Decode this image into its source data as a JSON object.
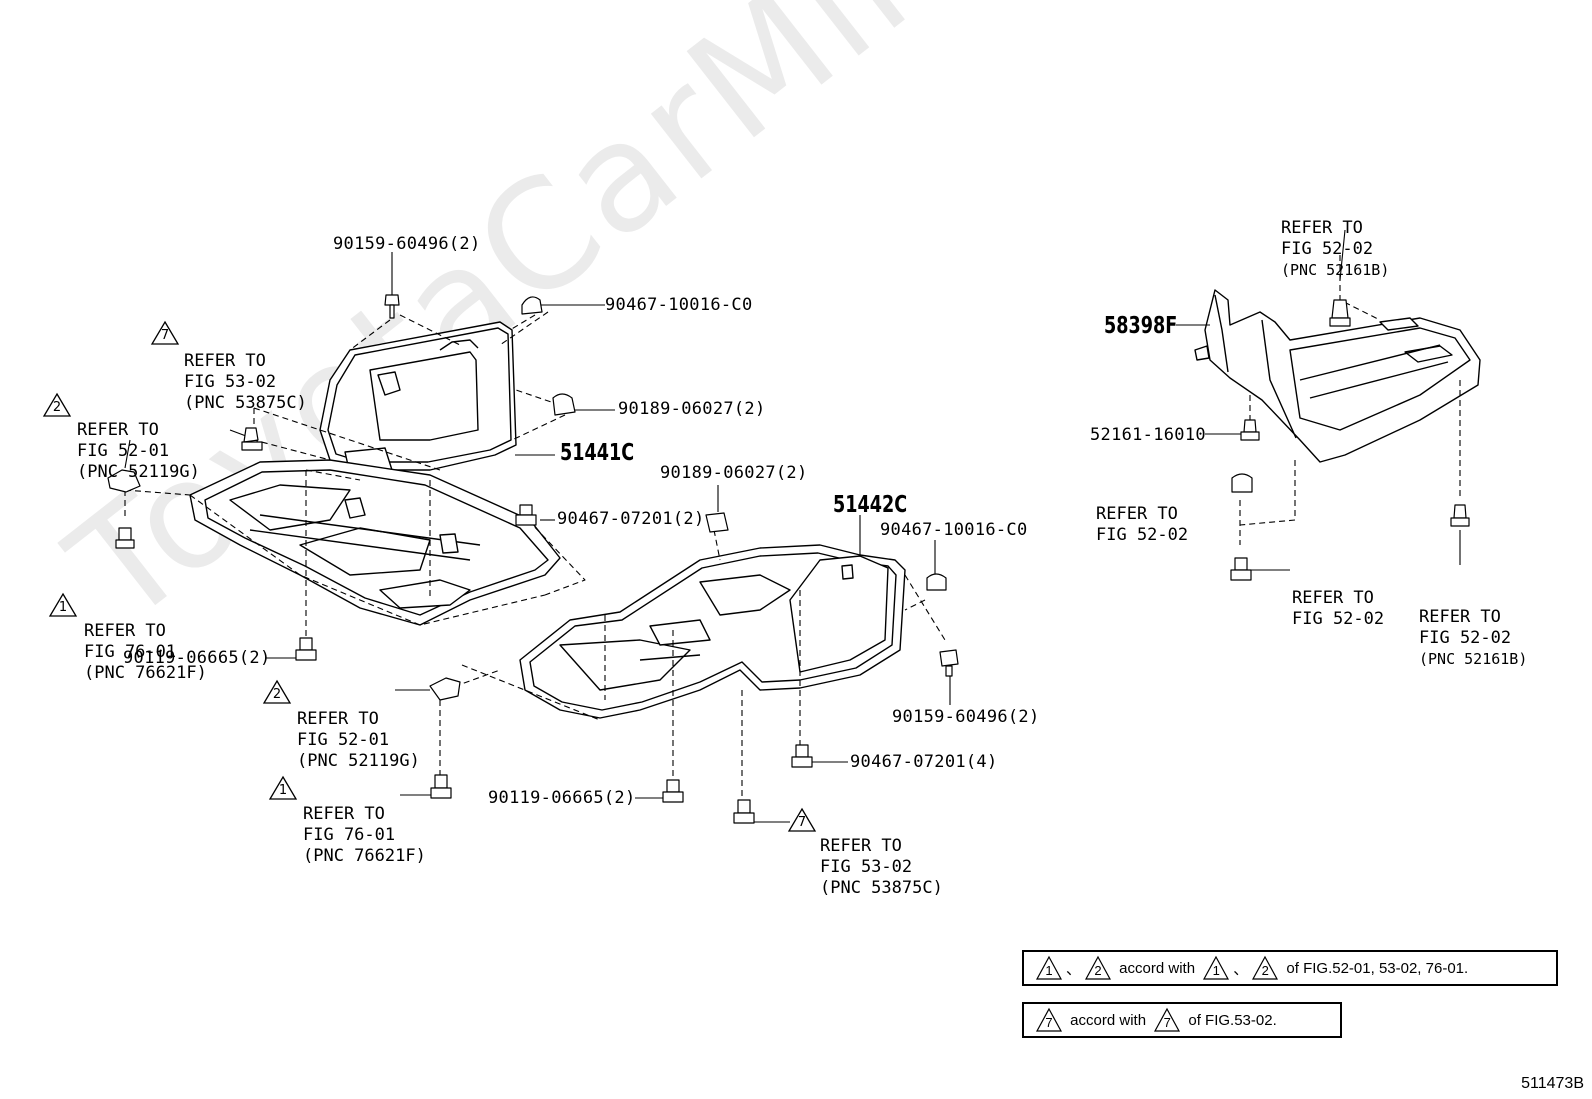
{
  "watermark": "ToyotaCarMine.ru",
  "figure_number": "511473B",
  "main_parts": {
    "p51441C": "51441C",
    "p51442C": "51442C",
    "p58398F": "58398F"
  },
  "labels": {
    "l_90159_top": "90159-60496(2)",
    "l_90467_10016_top": "90467-10016-C0",
    "l_90189_top": "90189-06027(2)",
    "l_90189_mid": "90189-06027(2)",
    "l_90467_07201_2": "90467-07201(2)",
    "l_90467_10016_mid": "90467-10016-C0",
    "l_90119_left": "90119-06665(2)",
    "l_90119_bottom": "90119-06665(2)",
    "l_90159_right": "90159-60496(2)",
    "l_90467_07201_4": "90467-07201(4)",
    "l_52161": "52161-16010"
  },
  "refs": {
    "r_53_02_top": {
      "tri": "7",
      "line1": "REFER TO",
      "line2": "FIG 53-02",
      "line3": "(PNC 53875C)"
    },
    "r_52_01_left": {
      "tri": "2",
      "line1": "REFER TO",
      "line2": "FIG 52-01",
      "line3": "(PNC 52119G)"
    },
    "r_76_01_left": {
      "tri": "1",
      "line1": "REFER TO",
      "line2": "FIG 76-01",
      "line3": "(PNC 76621F)"
    },
    "r_52_01_mid": {
      "tri": "2",
      "line1": "REFER TO",
      "line2": "FIG 52-01",
      "line3": "(PNC 52119G)"
    },
    "r_76_01_bottom": {
      "tri": "1",
      "line1": "REFER TO",
      "line2": "FIG 76-01",
      "line3": "(PNC 76621F)"
    },
    "r_53_02_bottom": {
      "tri": "7",
      "line1": "REFER TO",
      "line2": "FIG 53-02",
      "line3": "(PNC 53875C)"
    },
    "r_52_02_top": {
      "line1": "REFER TO",
      "line2": "FIG 52-02",
      "line3": "(PNC 52161B)"
    },
    "r_52_02_a": {
      "line1": "REFER TO",
      "line2": "FIG 52-02"
    },
    "r_52_02_b": {
      "line1": "REFER TO",
      "line2": "FIG 52-02"
    },
    "r_52_02_right": {
      "line1": "REFER TO",
      "line2": "FIG 52-02",
      "line3": "(PNC 52161B)"
    }
  },
  "notes": {
    "note1": {
      "t1": "1",
      "sep1": "、",
      "t2": "2",
      "mid": " accord with ",
      "t3": "1",
      "sep2": "、",
      "t4": "2",
      "tail": " of FIG.52-01, 53-02, 76-01."
    },
    "note2": {
      "t1": "7",
      "mid": " accord with ",
      "t2": "7",
      "tail": " of FIG.53-02."
    }
  }
}
